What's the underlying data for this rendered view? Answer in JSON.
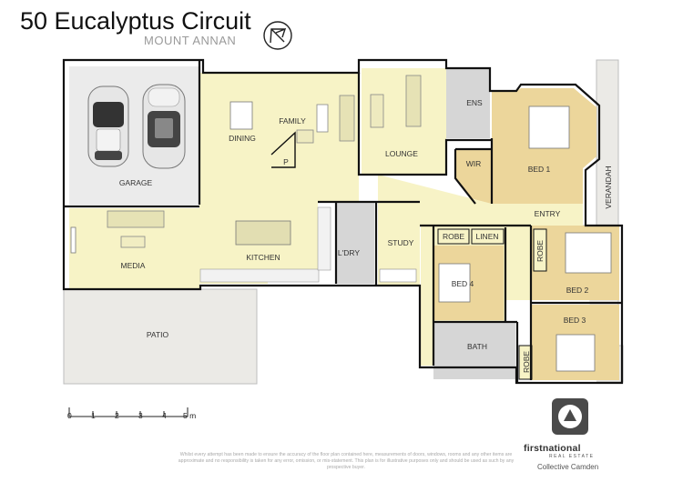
{
  "header": {
    "title": "50 Eucalyptus Circuit",
    "subtitle": "MOUNT ANNAN"
  },
  "rooms": {
    "garage": "GARAGE",
    "dining": "DINING",
    "family": "FAMILY",
    "pantry": "P",
    "lounge": "LOUNGE",
    "ens": "ENS",
    "wir": "WIR",
    "bed1": "BED 1",
    "verandah": "VERANDAH",
    "entry": "ENTRY",
    "media": "MEDIA",
    "kitchen": "KITCHEN",
    "ldry": "L'DRY",
    "study": "STUDY",
    "robe_top": "ROBE",
    "linen": "LINEN",
    "robe_bed2": "ROBE",
    "bed2": "BED 2",
    "bed4": "BED 4",
    "bed3": "BED 3",
    "bath": "BATH",
    "robe_bed3": "ROBE",
    "patio": "PATIO"
  },
  "scale": {
    "ticks": [
      "0",
      "1",
      "2",
      "3",
      "4",
      "5 m"
    ]
  },
  "logo": {
    "brand": "firstnational",
    "sub": "REAL ESTATE",
    "office": "Collective Camden"
  },
  "disclaimer": "Whilst every attempt has been made to ensure the accuracy of the floor plan contained here, measurements of doors, windows, rooms and any other items are approximate and no responsibility is taken for any error, omission, or mis-statement. This plan is for illustrative purposes only and should be used as such by any prospective buyer.",
  "colors": {
    "living": "#f7f3c6",
    "bedroom": "#ecd69b",
    "wet": "#d6d6d6",
    "outdoor": "#ebeae6",
    "wall": "#111111"
  }
}
